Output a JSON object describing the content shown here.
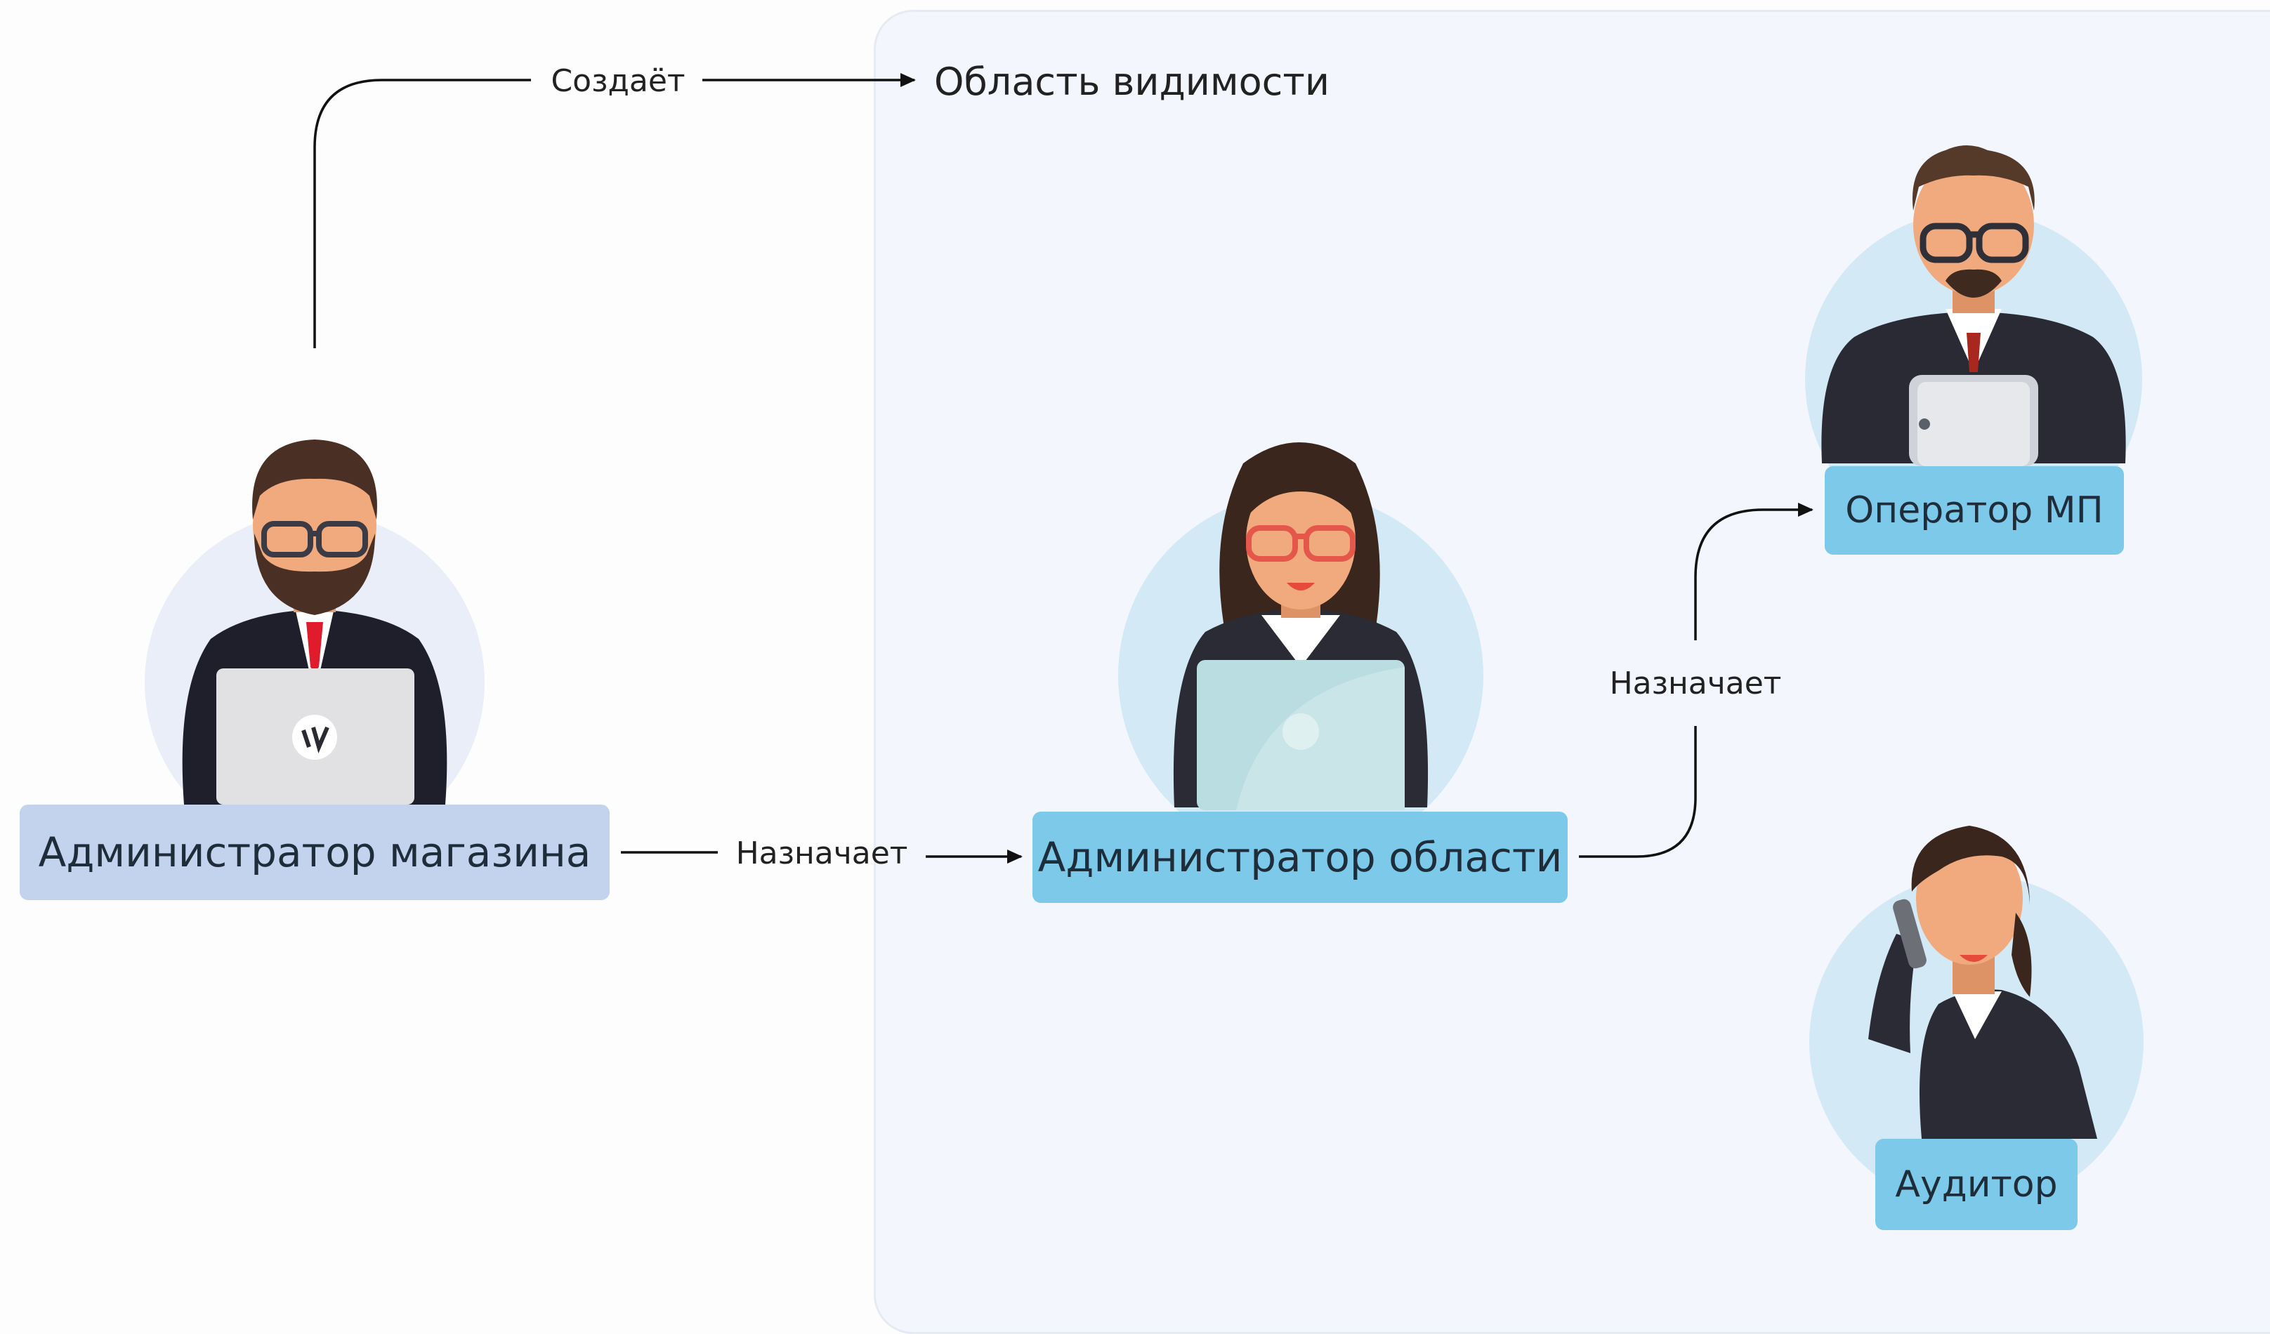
{
  "scope": {
    "title": "Область видимости"
  },
  "edges": {
    "creates": "Создаёт",
    "assigns_area": "Назначает",
    "assigns_operator": "Назначает"
  },
  "roles": {
    "store_admin": "Администратор магазина",
    "area_admin": "Администратор области",
    "operator": "Оператор МП",
    "auditor": "Аудитор"
  },
  "colors": {
    "scope_bg": "#f3f6fd",
    "store_role_bg": "#c3d3ee",
    "scope_role_bg": "#7cc9ea",
    "avatar_circle_light": "#e9eef8",
    "avatar_circle_blue": "#d3e9f6"
  },
  "icons": [
    "bearded-man-laptop-icon",
    "woman-laptop-icon",
    "man-tablet-icon",
    "woman-phone-icon"
  ]
}
